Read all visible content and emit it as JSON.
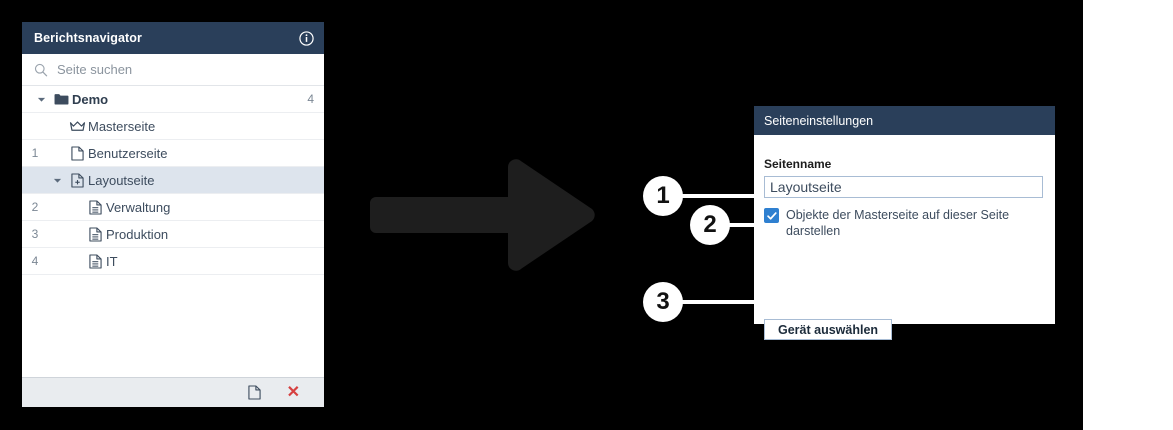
{
  "theme": {
    "background": "#000000",
    "header_navy": "#2a3f5a",
    "accent_blue": "#2f80d0",
    "selected_row": "#dde4ed",
    "text_primary": "#3d4c5e",
    "muted": "#7b8794",
    "danger_red": "#d64040",
    "arrow_fill": "#1e1e1e",
    "callout_bg": "#ffffff"
  },
  "navigator": {
    "title": "Berichtsnavigator",
    "info_icon": "info-circle-icon",
    "search": {
      "icon": "search-icon",
      "placeholder": "Seite suchen",
      "value": ""
    },
    "rows": [
      {
        "num": "",
        "icon": "folder-icon",
        "label": "Demo",
        "count": "4",
        "bold": true,
        "selected": false,
        "caret": "down",
        "indent": 0
      },
      {
        "num": "",
        "icon": "crown-icon",
        "label": "Masterseite",
        "count": "",
        "bold": false,
        "selected": false,
        "caret": "",
        "indent": 1
      },
      {
        "num": "1",
        "icon": "page-icon",
        "label": "Benutzerseite",
        "count": "",
        "bold": false,
        "selected": false,
        "caret": "",
        "indent": 1
      },
      {
        "num": "",
        "icon": "page-plus-icon",
        "label": "Layoutseite",
        "count": "",
        "bold": false,
        "selected": true,
        "caret": "down",
        "indent": 1
      },
      {
        "num": "2",
        "icon": "page-lines-icon",
        "label": "Verwaltung",
        "count": "",
        "bold": false,
        "selected": false,
        "caret": "",
        "indent": 2
      },
      {
        "num": "3",
        "icon": "page-lines-icon",
        "label": "Produktion",
        "count": "",
        "bold": false,
        "selected": false,
        "caret": "",
        "indent": 2
      },
      {
        "num": "4",
        "icon": "page-lines-icon",
        "label": "IT",
        "count": "",
        "bold": false,
        "selected": false,
        "caret": "",
        "indent": 2
      }
    ],
    "footer": {
      "new_page_icon": "new-page-icon",
      "delete_icon": "close-x-icon",
      "delete_glyph": "✕"
    }
  },
  "arrow": {
    "icon": "right-arrow-icon",
    "direction": "right"
  },
  "dialog": {
    "title": "Seiteneinstellungen",
    "page_name_label": "Seitenname",
    "page_name_value": "Layoutseite",
    "page_name_placeholder": "Seitenname",
    "checkbox_checked": true,
    "checkbox_label": "Objekte der Masterseite auf dieser Seite darstellen",
    "device_button_label": "Gerät auswählen"
  },
  "callouts": [
    {
      "number": "1",
      "target": "page-name-input"
    },
    {
      "number": "2",
      "target": "master-objects-checkbox"
    },
    {
      "number": "3",
      "target": "device-select-button"
    }
  ]
}
